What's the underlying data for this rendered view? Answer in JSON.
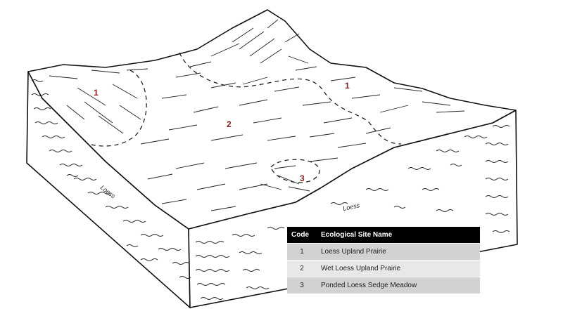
{
  "sites": [
    {
      "code": "1",
      "name": "Loess Upland Prairie"
    },
    {
      "code": "2",
      "name": "Wet Loess Upland Prairie"
    },
    {
      "code": "3",
      "name": "Ponded Loess Sedge Meadow"
    }
  ],
  "diagram": {
    "map_labels": {
      "site_left": "1",
      "site_right": "1",
      "site_center": "2",
      "site_depression": "3"
    },
    "material_labels": {
      "left_face": "Loess",
      "front_face": "Loess"
    }
  },
  "legend": {
    "headers": {
      "code": "Code",
      "name": "Ecological Site Name"
    },
    "rows": [
      {
        "code": "1",
        "name": "Loess Upland Prairie"
      },
      {
        "code": "2",
        "name": "Wet Loess Upland Prairie"
      },
      {
        "code": "3",
        "name": "Ponded Loess Sedge Meadow"
      }
    ]
  },
  "colors": {
    "site_label": "#8b1a1a",
    "legend_header_bg": "#000000",
    "legend_row_odd": "#d2d2d2",
    "legend_row_even": "#e8e8e8"
  }
}
